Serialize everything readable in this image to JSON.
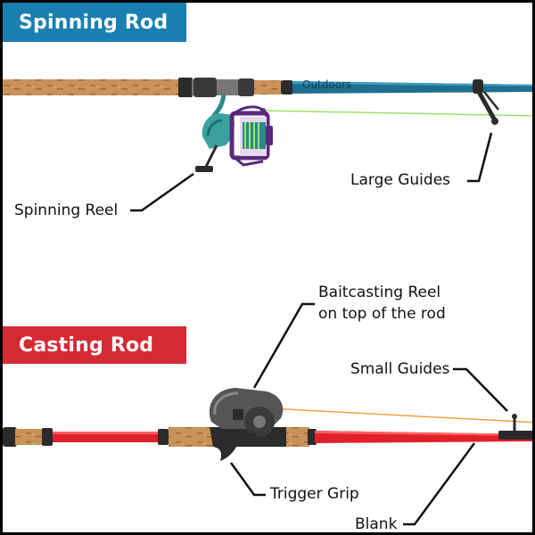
{
  "sections": {
    "spinning": {
      "title": "Spinning Rod",
      "banner_color": "#1a7fb0",
      "rod_text": "Outdoors"
    },
    "casting": {
      "title": "Casting Rod",
      "banner_color": "#d42a36"
    }
  },
  "labels": {
    "large_guides": "Large Guides",
    "spinning_reel": "Spinning Reel",
    "baitcasting_reel_line1": "Baitcasting Reel",
    "baitcasting_reel_line2": "on top of the rod",
    "small_guides": "Small Guides",
    "trigger_grip": "Trigger Grip",
    "blank": "Blank"
  },
  "colors": {
    "cork": "#c8935a",
    "spinning_blank": "#1f6f8f",
    "casting_blank": "#e0202a",
    "spinning_line": "#9be36a",
    "casting_line": "#f0a040",
    "reel_purple": "#5a2a7a",
    "reel_teal": "#2a8a8a"
  }
}
